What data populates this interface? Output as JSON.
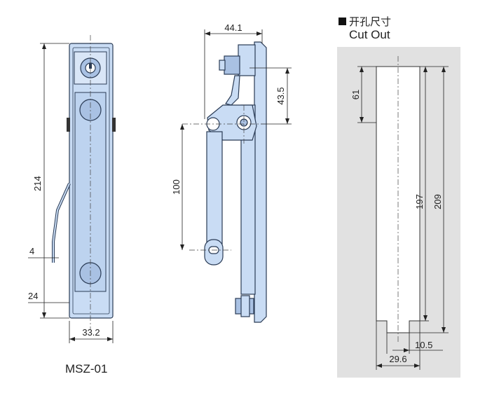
{
  "model_label": "MSZ-01",
  "cutout": {
    "title_cn": "开孔尺寸",
    "title_en": "Cut Out",
    "marker_icon": "black-square-icon",
    "dims": {
      "d61": "61",
      "d197": "197",
      "d209": "209",
      "d10_5": "10.5",
      "d29_6": "29.6"
    }
  },
  "front_view": {
    "dims": {
      "d214": "214",
      "d4": "4",
      "d24": "24",
      "d33_2": "33.2"
    }
  },
  "side_view": {
    "dims": {
      "d44_1": "44.1",
      "d43_5": "43.5",
      "d100": "100"
    }
  },
  "colors": {
    "metal": "#c9dcf4",
    "panel_bg": "#e1e1e1",
    "line": "#222222"
  }
}
